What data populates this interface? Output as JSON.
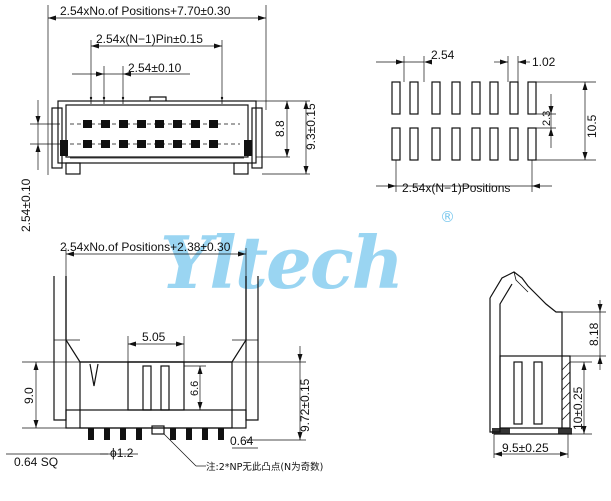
{
  "watermark": {
    "brand": "Yltech",
    "registered_mark": "®"
  },
  "top_view": {
    "overall_width": "2.54xNo.of  Positions+7.70±0.30",
    "pin_span": "2.54x(N−1)Pin±0.15",
    "pitch": "2.54±0.10",
    "height_inner": "8.8",
    "height_outer": "9.3±0.15",
    "row_pitch": "2.54±0.10"
  },
  "pcb_layout": {
    "pitch": "2.54",
    "pad_width": "1.02",
    "pad_length": "2.3",
    "row_span": "10.5",
    "pad_span": "2.54x(N−1)Positions"
  },
  "front_view": {
    "overall_width": "2.54xNo.of  Positions+2.38±0.30",
    "key_width": "5.05",
    "key_depth": "6.6",
    "body_height": "9.0",
    "total_height": "9.72±0.15",
    "pin_square": "0.64  SQ",
    "pin_side": "0.64",
    "hole_dia": "ϕ1.2",
    "note": "注:2*NP无此凸点(N为奇数)"
  },
  "side_view": {
    "latch_height": "8.18",
    "body_height": "10±0.25",
    "width": "9.5±0.25"
  }
}
